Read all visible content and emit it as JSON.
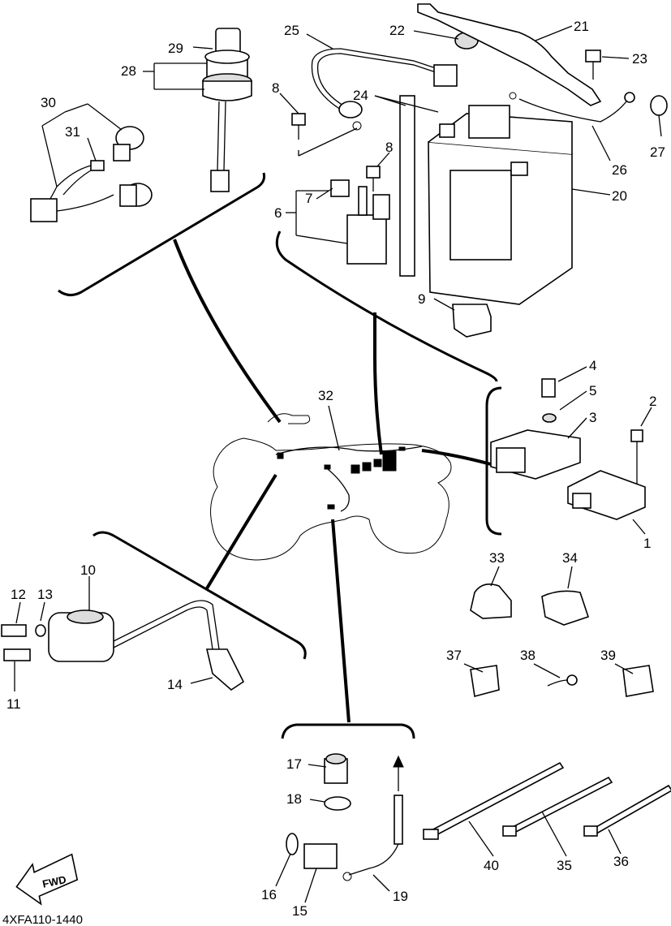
{
  "diagram_code": "4XFA110-1440",
  "fwd_label": "FWD",
  "labels": {
    "p1": "1",
    "p2": "2",
    "p3": "3",
    "p4": "4",
    "p5": "5",
    "p6": "6",
    "p7": "7",
    "p8a": "8",
    "p8b": "8",
    "p9": "9",
    "p10": "10",
    "p11": "11",
    "p12": "12",
    "p13": "13",
    "p14": "14",
    "p15": "15",
    "p16": "16",
    "p17": "17",
    "p18": "18",
    "p19": "19",
    "p20": "20",
    "p21": "21",
    "p22": "22",
    "p23": "23",
    "p24": "24",
    "p25": "25",
    "p26": "26",
    "p27": "27",
    "p28": "28",
    "p29": "29",
    "p30": "30",
    "p31": "31",
    "p32": "32",
    "p33": "33",
    "p34": "34",
    "p35": "35",
    "p36": "36",
    "p37": "37",
    "p38": "38",
    "p39": "39",
    "p40": "40"
  }
}
